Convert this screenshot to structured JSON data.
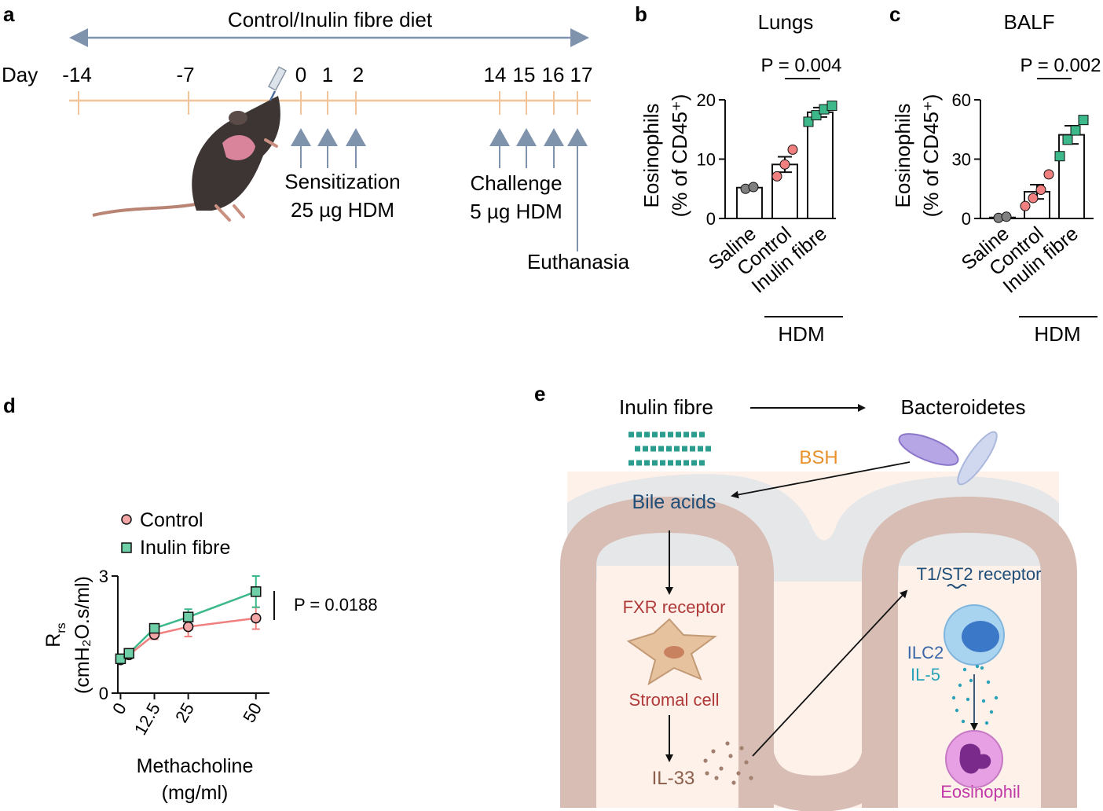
{
  "panel_labels": {
    "a": "a",
    "b": "b",
    "c": "c",
    "d": "d",
    "e": "e"
  },
  "panel_a": {
    "diet_label": "Control/Inulin fibre diet",
    "day_word": "Day",
    "days": [
      "-14",
      "-7",
      "0",
      "1",
      "2",
      "14",
      "15",
      "16",
      "17"
    ],
    "sensitization": "Sensitization",
    "sensitization_dose": "25 µg HDM",
    "challenge": "Challenge",
    "challenge_dose": "5 µg HDM",
    "euthanasia": "Euthanasia",
    "colors": {
      "timeline": "#f2c49a",
      "arrows": "#7f93ad",
      "mouse": "#3d3533"
    }
  },
  "chart_data": [
    {
      "id": "b",
      "type": "bar",
      "title": "Lungs",
      "ylabel_line1": "Eosinophils",
      "ylabel_line2": "(% of CD45⁺)",
      "categories": [
        "Saline",
        "Control",
        "Inulin fibre"
      ],
      "group_label": "HDM",
      "ylim": [
        0,
        20
      ],
      "yticks": [
        "0",
        "10",
        "20"
      ],
      "values": [
        5.2,
        9.1,
        17.9
      ],
      "sem": [
        0.1,
        1.3,
        0.8
      ],
      "points": [
        [
          5.0,
          5.3
        ],
        [
          7.1,
          9.1,
          11.6
        ],
        [
          16.3,
          17.4,
          18.4,
          19.0
        ]
      ],
      "point_colors": [
        "#808080",
        "#f08080",
        "#3cb88a"
      ],
      "significance": {
        "label": "P = 0.004",
        "between": [
          "Control",
          "Inulin fibre"
        ]
      }
    },
    {
      "id": "c",
      "type": "bar",
      "title": "BALF",
      "ylabel_line1": "Eosinophils",
      "ylabel_line2": "(% of CD45⁺)",
      "categories": [
        "Saline",
        "Control",
        "Inulin fibre"
      ],
      "group_label": "HDM",
      "ylim": [
        0,
        60
      ],
      "yticks": [
        "0",
        "30",
        "60"
      ],
      "values": [
        0.5,
        13.5,
        42.3
      ],
      "sem": [
        0.2,
        3.6,
        4.6
      ],
      "points": [
        [
          0.3,
          0.9
        ],
        [
          6.3,
          10.3,
          14.5,
          22.3
        ],
        [
          31.5,
          39.8,
          44.5,
          49.8
        ]
      ],
      "point_colors": [
        "#808080",
        "#f08080",
        "#3cb88a"
      ],
      "significance": {
        "label": "P = 0.002",
        "between": [
          "Control",
          "Inulin fibre"
        ]
      }
    },
    {
      "id": "d",
      "type": "line",
      "ylabel_main": "R",
      "ylabel_sub": "rs",
      "yunit": "(cmH₂O.s/ml)",
      "xlabel_line1": "Methacholine",
      "xlabel_line2": "(mg/ml)",
      "x": [
        0,
        3.125,
        12.5,
        25,
        50
      ],
      "xtick_values": [
        0,
        12.5,
        25,
        50
      ],
      "xticks": [
        "0",
        "12.5",
        "25",
        "50"
      ],
      "xlim": [
        -1,
        55
      ],
      "ylim": [
        0,
        3
      ],
      "yticks": [
        "0",
        "3"
      ],
      "series": [
        {
          "name": "Control",
          "values": [
            0.85,
            0.98,
            1.5,
            1.7,
            1.92
          ],
          "err": [
            0.04,
            0.06,
            0.12,
            0.25,
            0.28
          ],
          "color": "#f08080",
          "marker": "circle"
        },
        {
          "name": "Inulin fibre",
          "values": [
            0.88,
            1.02,
            1.66,
            1.95,
            2.6
          ],
          "err": [
            0.05,
            0.06,
            0.1,
            0.2,
            0.4
          ],
          "color": "#3cb88a",
          "marker": "square"
        }
      ],
      "significance": {
        "label": "P = 0.0188"
      }
    }
  ],
  "panel_e": {
    "inulin_fibre": "Inulin fibre",
    "bacteroidetes": "Bacteroidetes",
    "bsh": "BSH",
    "bile_acids": "Bile acids",
    "fxr_receptor": "FXR receptor",
    "stromal_cell": "Stromal cell",
    "il33": "IL-33",
    "t1st2_receptor": "T1/ST2 receptor",
    "ilc2": "ILC2",
    "il5": "IL-5",
    "eosinophil": "Eosinophil",
    "colors": {
      "bsh": "#e8912c",
      "bile": "#1f4e79",
      "fxr": "#b03a3a",
      "il33": "#8b5e4b",
      "t1st2": "#1f4e79",
      "ilc2": "#3866a6",
      "il5": "#2aa3b8",
      "eos": "#c23aa8",
      "fibre": "#2a9d8f"
    }
  }
}
